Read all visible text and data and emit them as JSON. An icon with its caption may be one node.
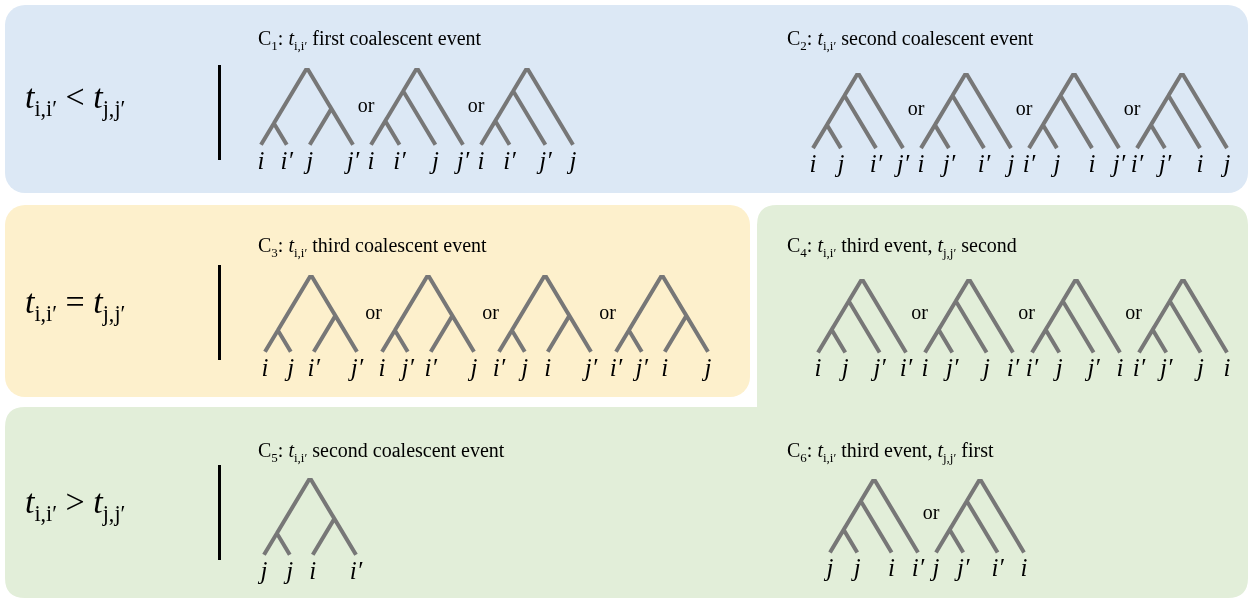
{
  "diagram": {
    "nodes": [
      {
        "text": [
          "*t*$_{i,i′}$ < *t*$_{j,j′}$",
          "C$_{1}$: *t*$_{i,i′}$ first coalescent event",
          "C$_{2}$: *t*$_{i,i′}$ second coalescent event"
        ]
      },
      {
        "text": [
          "*t*$_{i,i′}$ = *t*$_{j,j′}$",
          "C$_{3}$: *t*$_{i,i′}$ third coalescent event"
        ]
      },
      {
        "text": [
          "C$_{4}$: *t*$_{i,i′}$ third event, *t*$_{j,j′}$ second",
          "*t*$_{i,i′}$ > *t*$_{j,j′}$",
          "C$_{5}$: *t*$_{i,i′}$ second coalescent event",
          "C$_{6}$: *t*$_{i,i′}$ third event, *t*$_{j,j′}$ first"
        ]
      }
    ],
    "labels": [
      "i",
      "i′",
      "j",
      "j′",
      "or",
      "i",
      "i′",
      "j",
      "j′",
      "or",
      "i",
      "i′",
      "j′",
      "j",
      "i",
      "j",
      "i′",
      "j′",
      "or",
      "i",
      "j′",
      "i′",
      "j",
      "or",
      "i′",
      "j",
      "i",
      "j′",
      "or",
      "i′",
      "j′",
      "i",
      "j",
      "i",
      "j",
      "i′",
      "j′",
      "or",
      "i",
      "j′",
      "i′",
      "j",
      "or",
      "i′",
      "j",
      "i",
      "j′",
      "or",
      "i′",
      "j′",
      "i",
      "j",
      "i",
      "j",
      "j′",
      "i′",
      "or",
      "i",
      "j′",
      "j",
      "i′",
      "or",
      "i′",
      "j",
      "j′",
      "i",
      "or",
      "i′",
      "j′",
      "j",
      "i",
      "j",
      "j",
      "i",
      "i′",
      "j",
      "j",
      "i",
      "i′",
      "or",
      "j",
      "j′",
      "i′",
      "i"
    ]
  }
}
